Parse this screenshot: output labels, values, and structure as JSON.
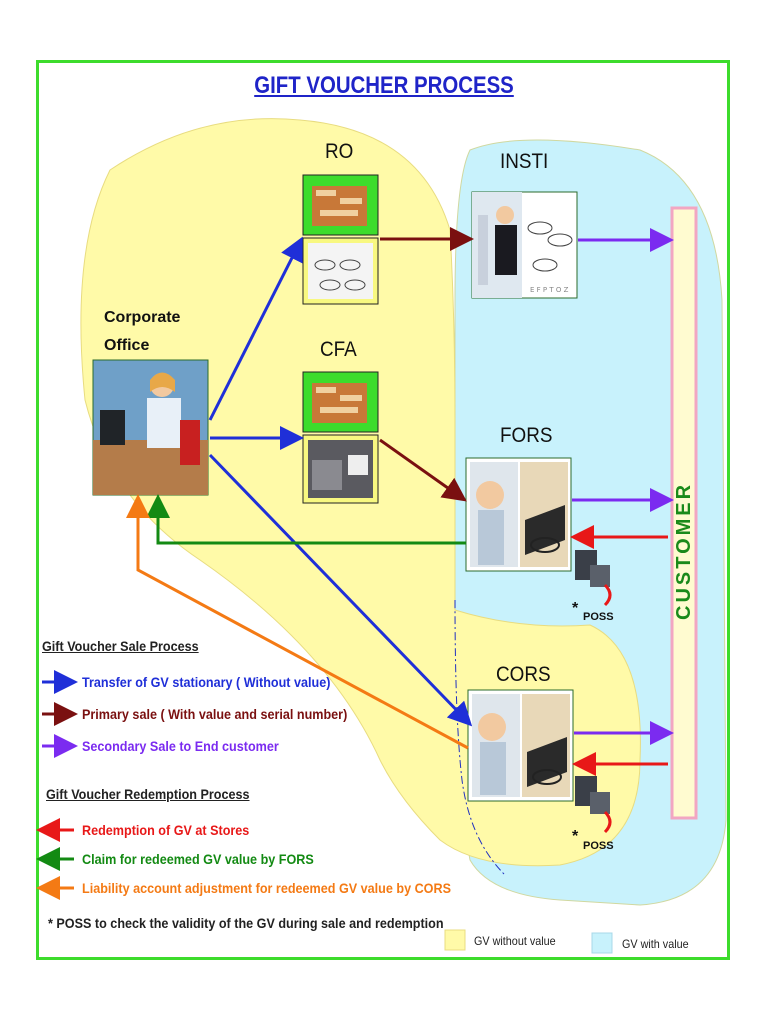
{
  "title": "GIFT VOUCHER PROCESS",
  "nodes": {
    "ro": "RO",
    "cfa": "CFA",
    "insti": "INSTI",
    "fors": "FORS",
    "cors": "CORS",
    "corporate_line1": "Corporate",
    "corporate_line2": "Office",
    "customer": "CUSTOMER"
  },
  "poss": {
    "asterisk": "*",
    "label": "POSS"
  },
  "legend": {
    "sale_heading": "Gift Voucher Sale Process",
    "sale_items": [
      {
        "label": "Transfer of GV stationary ( Without value)",
        "color": "#1f2fd8"
      },
      {
        "label": "Primary sale ( With value and serial number)",
        "color": "#7a1010"
      },
      {
        "label": "Secondary Sale to End customer",
        "color": "#7b2bf0"
      }
    ],
    "redemption_heading": "Gift Voucher Redemption Process",
    "redemption_items": [
      {
        "label": "Redemption of GV at Stores",
        "color": "#e81818"
      },
      {
        "label": "Claim for redeemed GV value by FORS",
        "color": "#138a13"
      },
      {
        "label": "Liability account adjustment for redeemed GV value by CORS",
        "color": "#f47a14"
      }
    ],
    "note": "* POSS to check the validity of the GV during sale and redemption"
  },
  "region_key": {
    "yellow_label": "GV without value",
    "yellow_color": "#fffaa8",
    "blue_label": "GV with value",
    "blue_color": "#c8f2fc"
  },
  "colors": {
    "frame": "#3ddc2c",
    "title": "#1f24c8",
    "customer_bar_border": "#f2a6c2",
    "customer_bar_fill": "#fffbd0"
  },
  "icons": [
    "corporate-office-photo",
    "voucher-box-photo",
    "spectacles-photo",
    "warehouse-photo",
    "optometry-photo",
    "eye-exam-photo",
    "pos-computer-icon"
  ]
}
